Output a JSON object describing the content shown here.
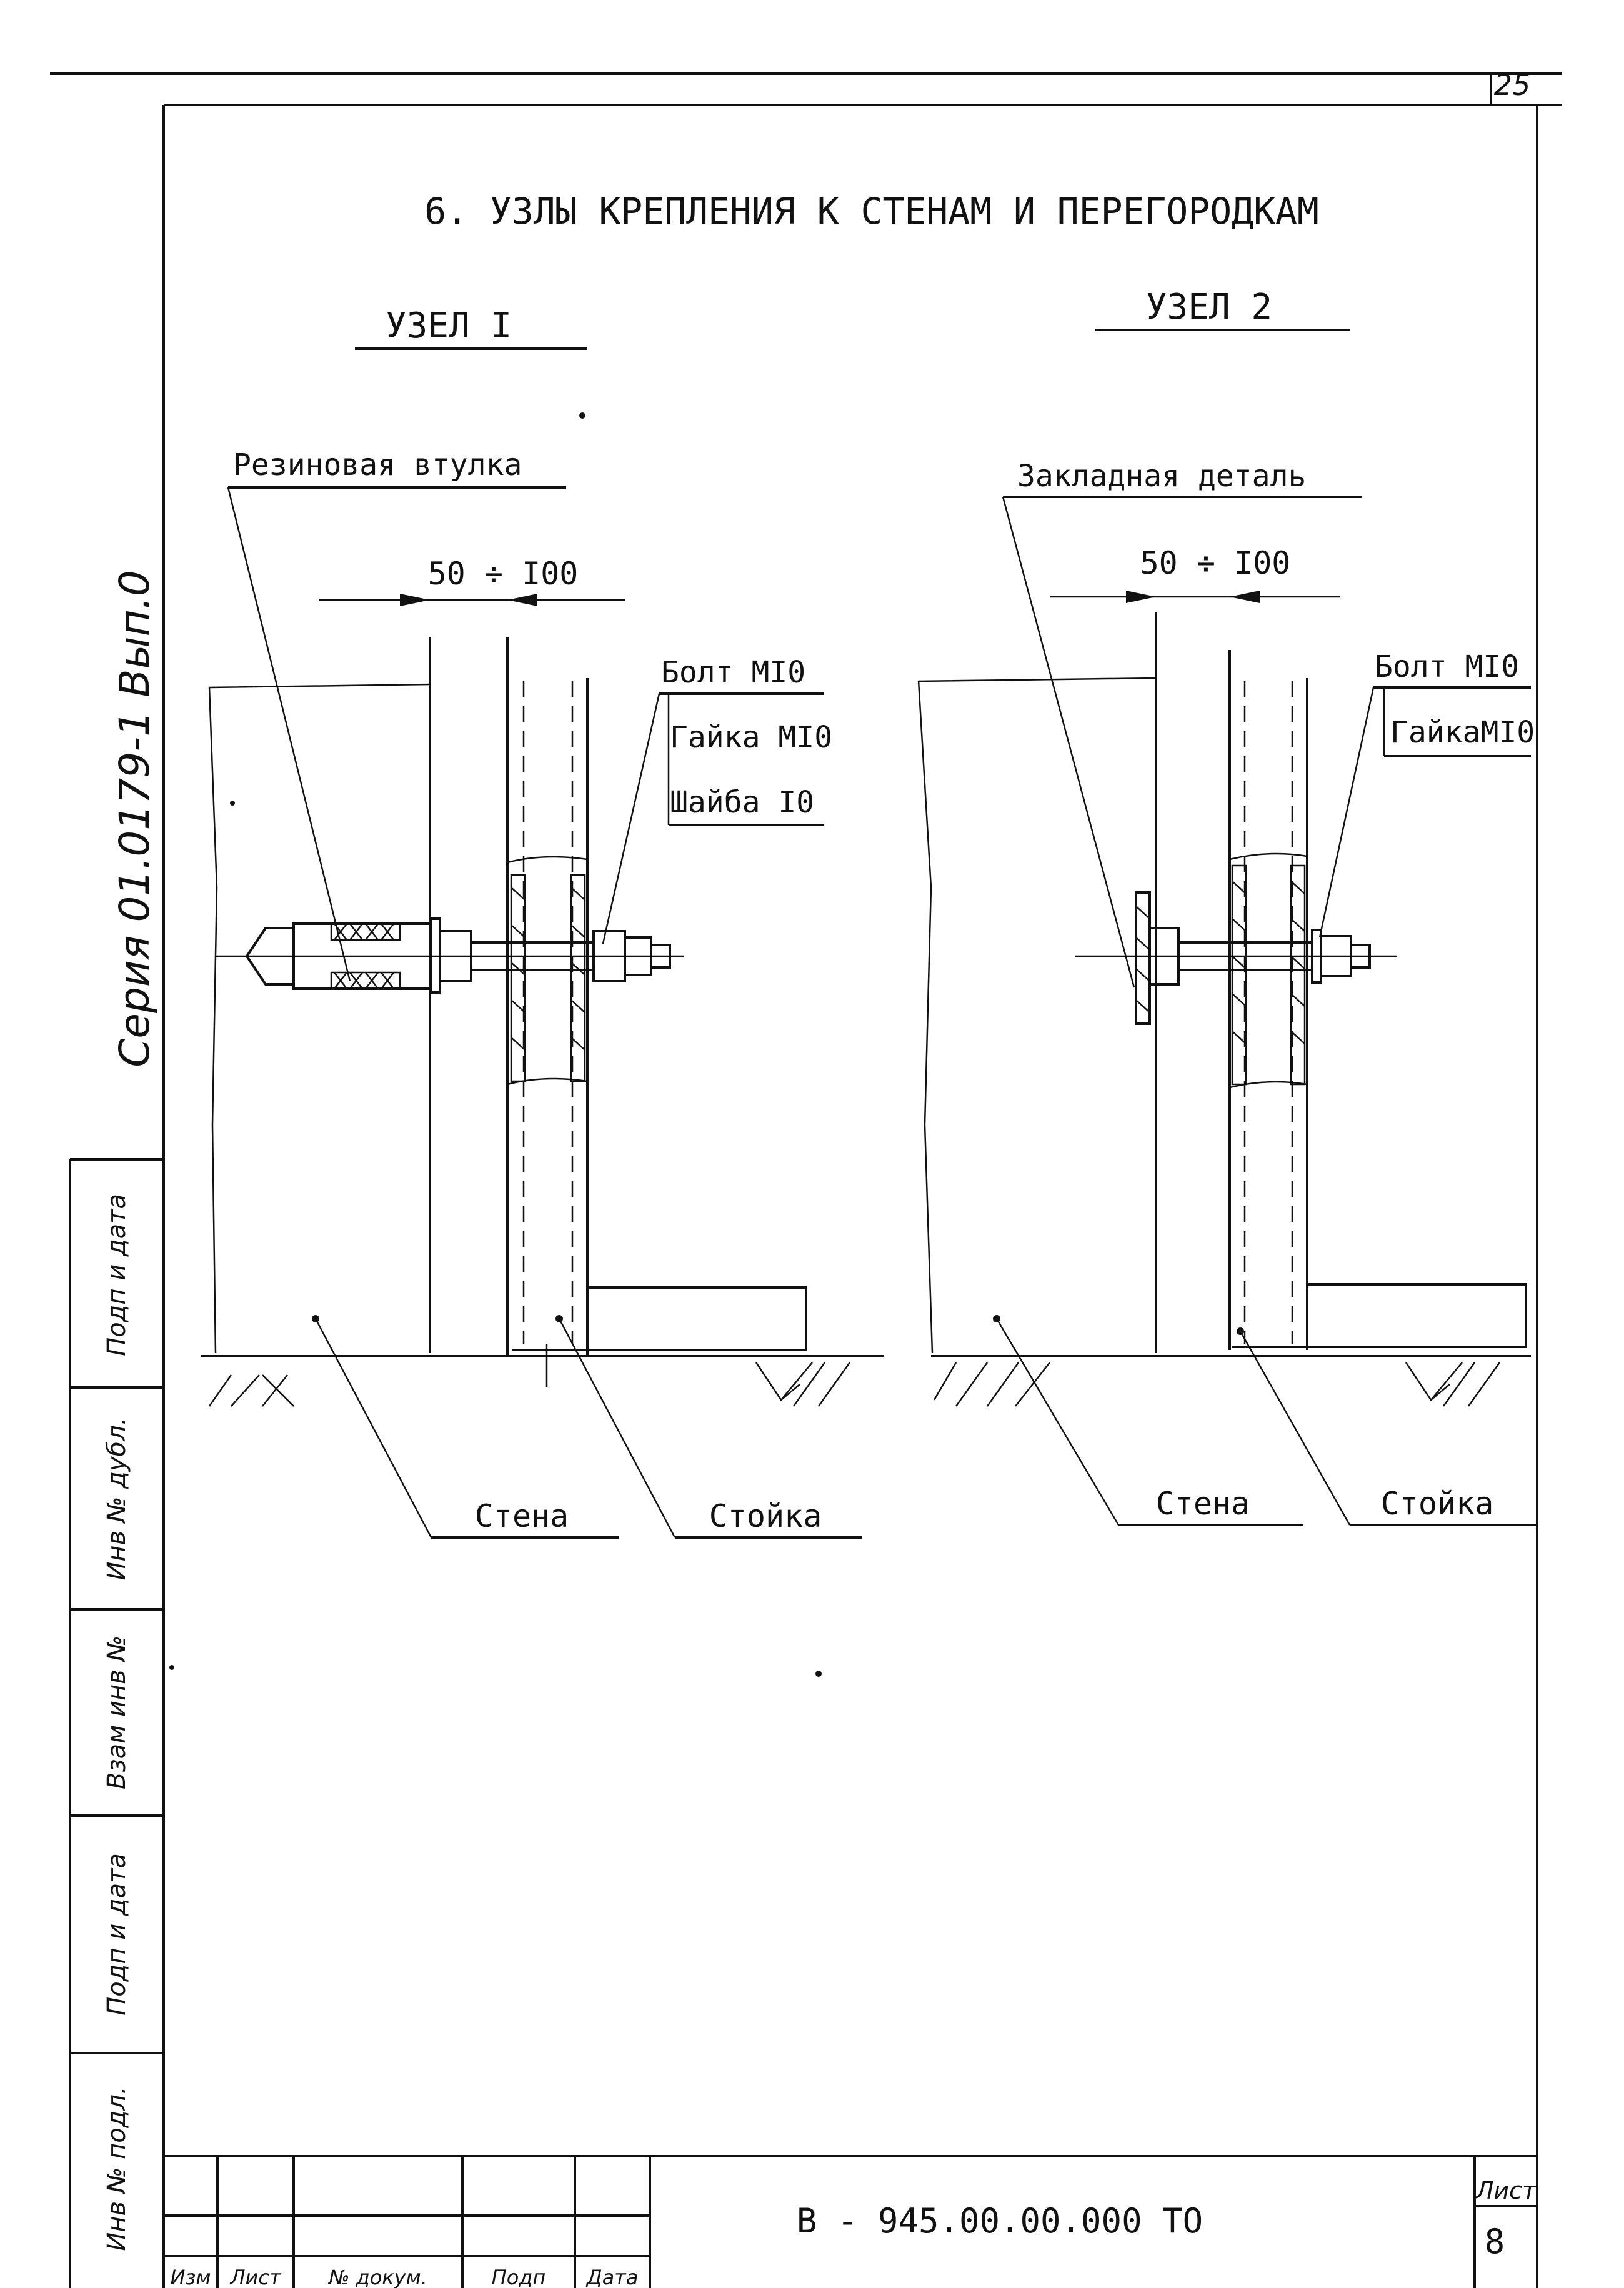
{
  "sheet": {
    "page_number": "25",
    "title": "6. УЗЛЫ КРЕПЛЕНИЯ К СТЕНАМ И ПЕРЕГОРОДКАМ",
    "series_label": "Серия 01.0179-1 Вып.0"
  },
  "node1": {
    "heading": "УЗЕЛ I",
    "sleeve_label": "Резиновая втулка",
    "dimension": "50 ÷ I00",
    "callouts": [
      "Болт MI0",
      "Гайка MI0",
      "Шайба I0"
    ],
    "wall_label": "Стена",
    "post_label": "Стойка"
  },
  "node2": {
    "heading": "УЗЕЛ 2",
    "embed_label": "Закладная деталь",
    "dimension": "50 ÷ I00",
    "callouts": [
      "Болт MI0",
      "ГайкаMI0"
    ],
    "wall_label": "Стена",
    "post_label": "Стойка"
  },
  "side_stamp": [
    "Подп и дата",
    "Инв № дубл.",
    "Взам инв №",
    "Подп и дата",
    "Инв № подл."
  ],
  "title_block": {
    "designation": "В - 945.00.00.000 ТО",
    "sheet_label": "Лист",
    "sheet_number": "8",
    "columns": [
      "Изм",
      "Лист",
      "№ докум.",
      "Подп",
      "Дата"
    ]
  }
}
